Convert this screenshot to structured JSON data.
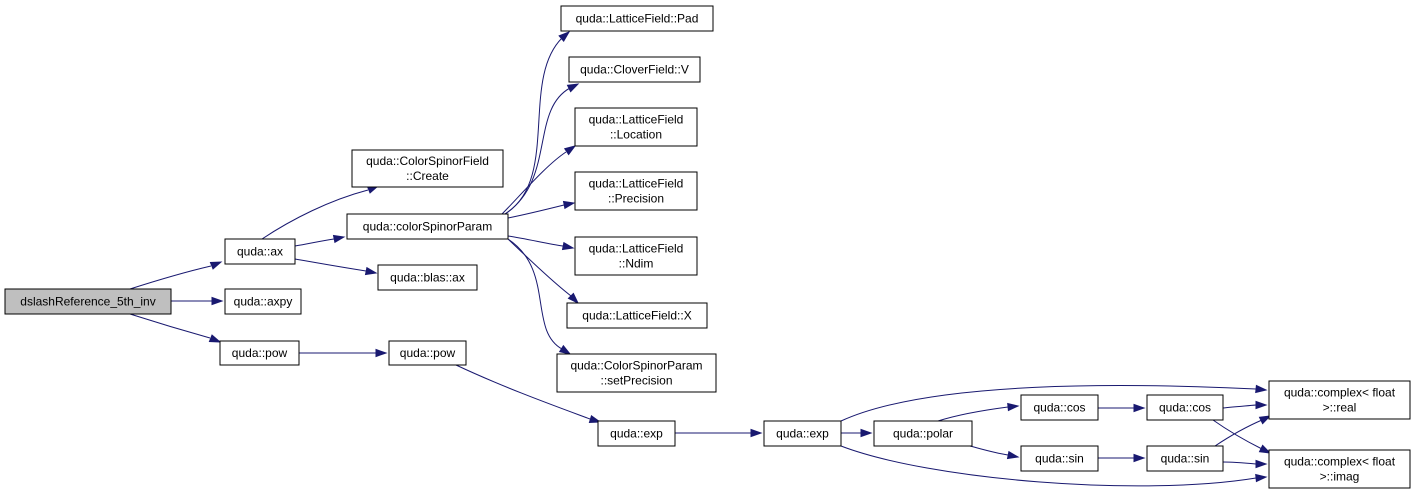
{
  "colors": {
    "edge": "#191970",
    "node_fill": "#ffffff",
    "root_fill": "#bfbfbf",
    "node_border": "#000000"
  },
  "nodes": {
    "root": {
      "lines": [
        "dslashReference_5th_inv"
      ]
    },
    "quda_ax": {
      "lines": [
        "quda::ax"
      ]
    },
    "quda_axpy": {
      "lines": [
        "quda::axpy"
      ]
    },
    "quda_pow1": {
      "lines": [
        "quda::pow"
      ]
    },
    "create": {
      "lines": [
        "quda::ColorSpinorField",
        "::Create"
      ]
    },
    "colorSpinorParam": {
      "lines": [
        "quda::colorSpinorParam"
      ]
    },
    "blas_ax": {
      "lines": [
        "quda::blas::ax"
      ]
    },
    "quda_pow2": {
      "lines": [
        "quda::pow"
      ]
    },
    "pad": {
      "lines": [
        "quda::LatticeField::Pad"
      ]
    },
    "clover_v": {
      "lines": [
        "quda::CloverField::V"
      ]
    },
    "location": {
      "lines": [
        "quda::LatticeField",
        "::Location"
      ]
    },
    "precision": {
      "lines": [
        "quda::LatticeField",
        "::Precision"
      ]
    },
    "ndim": {
      "lines": [
        "quda::LatticeField",
        "::Ndim"
      ]
    },
    "lattice_x": {
      "lines": [
        "quda::LatticeField::X"
      ]
    },
    "setPrecision": {
      "lines": [
        "quda::ColorSpinorParam",
        "::setPrecision"
      ]
    },
    "exp1": {
      "lines": [
        "quda::exp"
      ]
    },
    "exp2": {
      "lines": [
        "quda::exp"
      ]
    },
    "polar": {
      "lines": [
        "quda::polar"
      ]
    },
    "cos1": {
      "lines": [
        "quda::cos"
      ]
    },
    "cos2": {
      "lines": [
        "quda::cos"
      ]
    },
    "sin1": {
      "lines": [
        "quda::sin"
      ]
    },
    "sin2": {
      "lines": [
        "quda::sin"
      ]
    },
    "real": {
      "lines": [
        "quda::complex< float",
        ">::real"
      ]
    },
    "imag": {
      "lines": [
        "quda::complex< float",
        ">::imag"
      ]
    }
  },
  "edges": [
    [
      "root",
      "quda_ax"
    ],
    [
      "root",
      "quda_axpy"
    ],
    [
      "root",
      "quda_pow1"
    ],
    [
      "quda_ax",
      "create"
    ],
    [
      "quda_ax",
      "colorSpinorParam"
    ],
    [
      "quda_ax",
      "blas_ax"
    ],
    [
      "quda_pow1",
      "quda_pow2"
    ],
    [
      "colorSpinorParam",
      "pad"
    ],
    [
      "colorSpinorParam",
      "clover_v"
    ],
    [
      "colorSpinorParam",
      "location"
    ],
    [
      "colorSpinorParam",
      "precision"
    ],
    [
      "colorSpinorParam",
      "ndim"
    ],
    [
      "colorSpinorParam",
      "lattice_x"
    ],
    [
      "colorSpinorParam",
      "setPrecision"
    ],
    [
      "quda_pow2",
      "exp1"
    ],
    [
      "exp1",
      "exp2"
    ],
    [
      "exp2",
      "polar"
    ],
    [
      "exp2",
      "real"
    ],
    [
      "exp2",
      "imag"
    ],
    [
      "polar",
      "cos1"
    ],
    [
      "polar",
      "sin1"
    ],
    [
      "cos1",
      "cos2"
    ],
    [
      "sin1",
      "sin2"
    ],
    [
      "cos2",
      "real"
    ],
    [
      "cos2",
      "imag"
    ],
    [
      "sin2",
      "real"
    ],
    [
      "sin2",
      "imag"
    ]
  ]
}
